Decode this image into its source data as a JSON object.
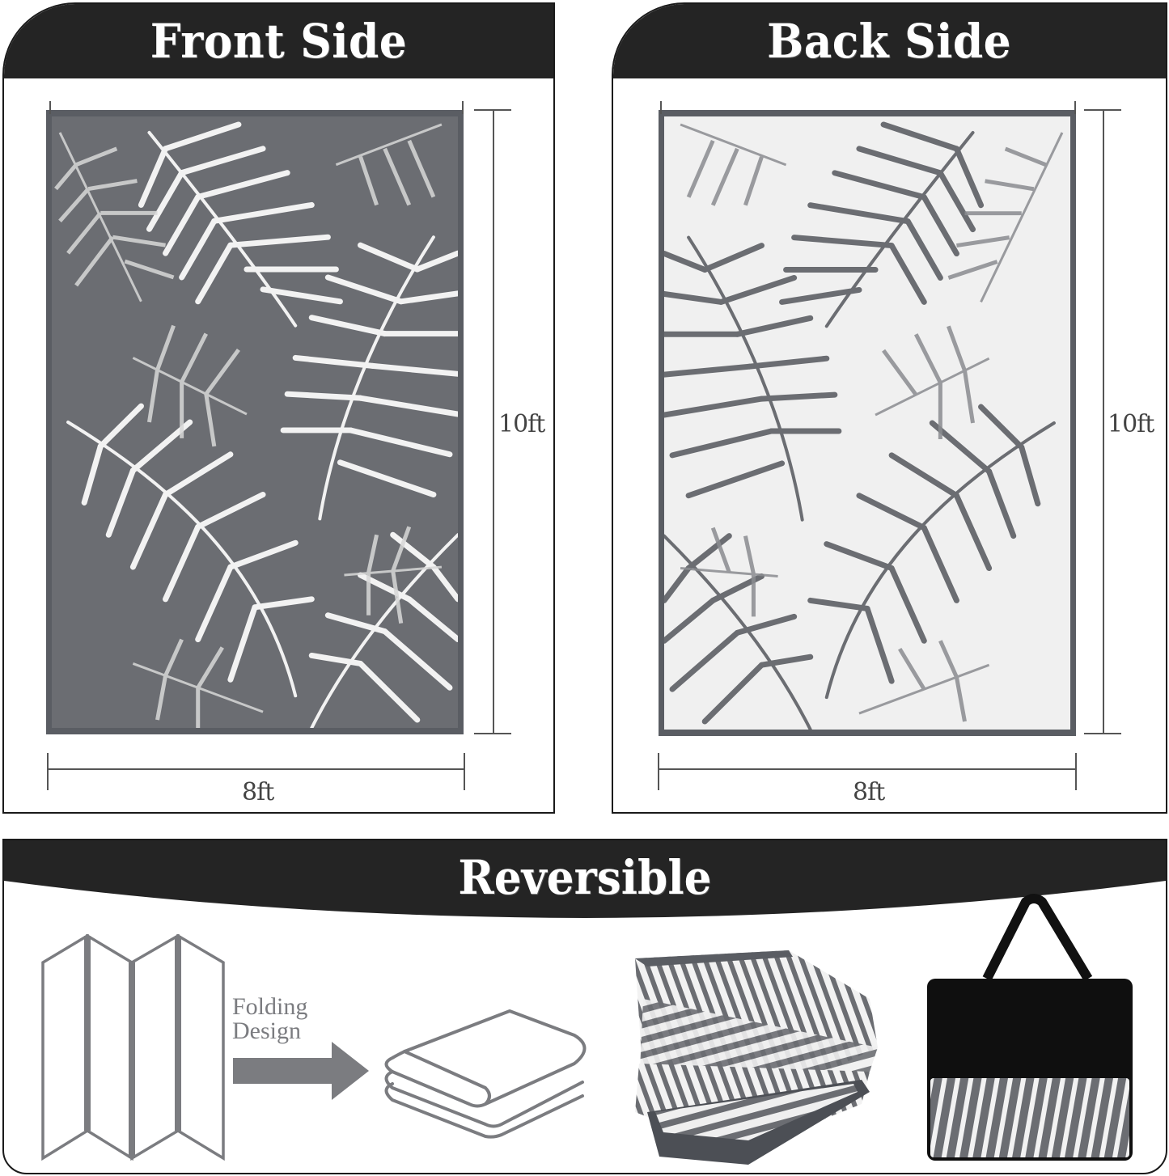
{
  "panels": {
    "front": {
      "title": "Front Side",
      "height_label": "10ft",
      "width_label": "8ft",
      "rug_background": "#6b6d72",
      "leaf_color": "#f2f2f2"
    },
    "back": {
      "title": "Back Side",
      "height_label": "10ft",
      "width_label": "8ft",
      "rug_background": "#f0f0f0",
      "leaf_color": "#6b6d72"
    }
  },
  "reversible": {
    "title": "Reversible",
    "folding_label_line1": "Folding",
    "folding_label_line2": "Design",
    "icons": [
      "accordion-fold-icon",
      "arrow-right-icon",
      "folded-blanket-icon",
      "folded-mat-photo",
      "carry-bag-photo"
    ]
  },
  "colors": {
    "banner": "#242424",
    "border": "#1a1a1a",
    "icon_gray": "#7b7c80",
    "rug_edge": "#5a5d63",
    "dimension_line": "#555555"
  }
}
